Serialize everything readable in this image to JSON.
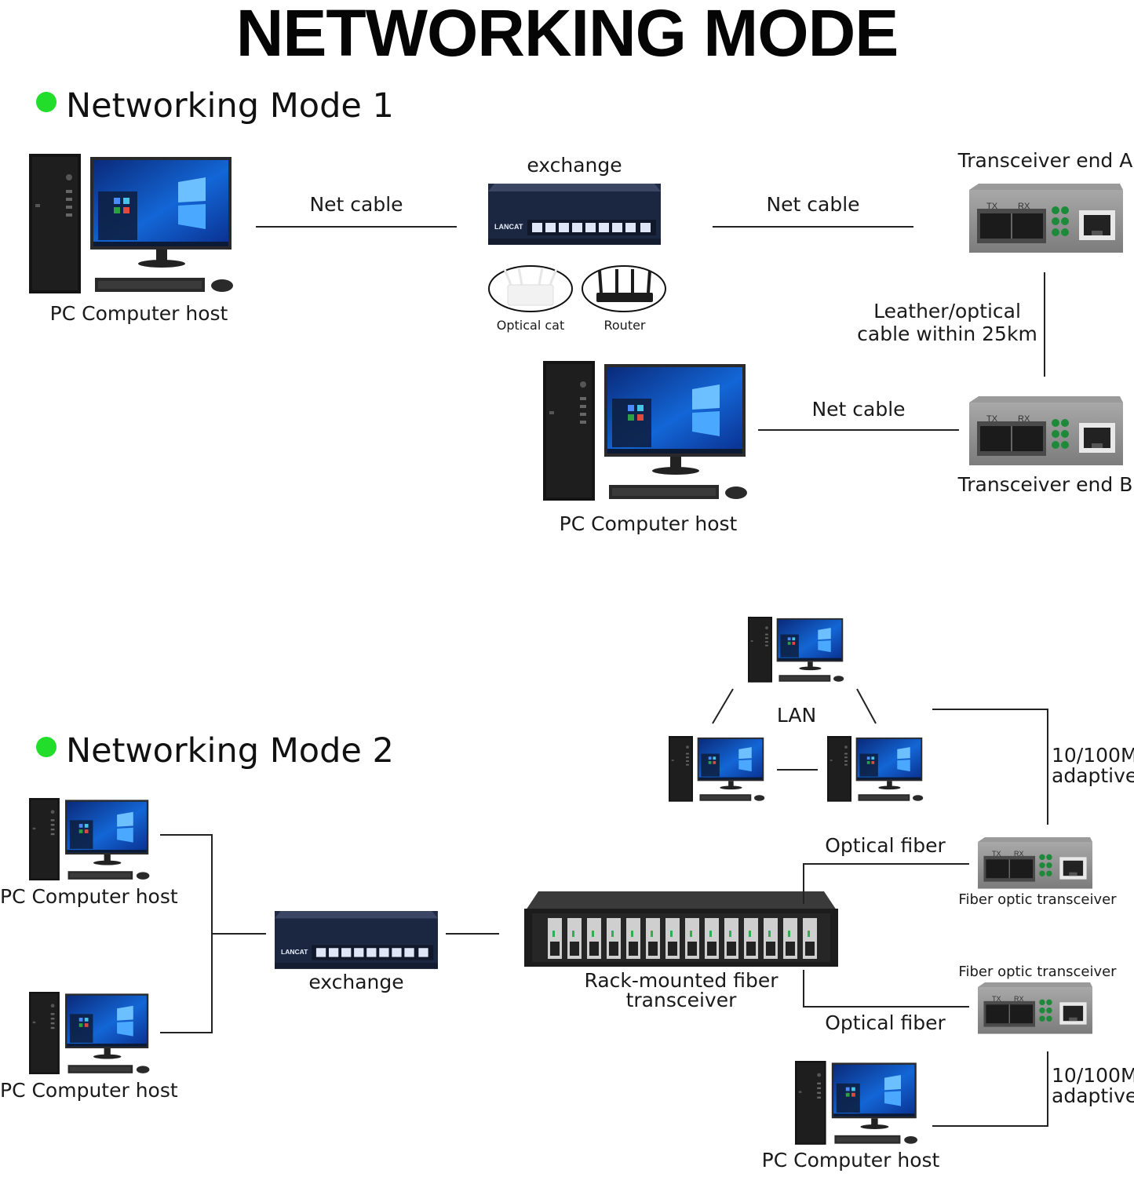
{
  "title": "NETWORKING MODE",
  "accent_color": "#22dd2a",
  "mode1": {
    "heading": "Networking Mode 1",
    "pc_top_label": "PC Computer host",
    "net_cable_left": "Net cable",
    "exchange_label": "exchange",
    "net_cable_right": "Net cable",
    "transceiver_a": "Transceiver end A",
    "optical_cat": "Optical cat",
    "router": "Router",
    "fiber_note_line1": "Leather/optical",
    "fiber_note_line2": "cable within 25km",
    "net_cable_bottom": "Net cable",
    "transceiver_b": "Transceiver end B",
    "pc_bottom_label": "PC Computer host"
  },
  "mode2": {
    "heading": "Networking Mode 2",
    "lan": "LAN",
    "adaptive_top_line1": "10/100M",
    "adaptive_top_line2": "adaptive",
    "pc_upper_left": "PC Computer host",
    "pc_lower_left": "PC Computer host",
    "exchange_label": "exchange",
    "optical_fiber_top": "Optical fiber",
    "fiber_transceiver_top": "Fiber optic transceiver",
    "rack_line1": "Rack-mounted fiber",
    "rack_line2": "transceiver",
    "fiber_transceiver_bottom": "Fiber optic transceiver",
    "optical_fiber_bottom": "Optical fiber",
    "adaptive_bottom_line1": "10/100M",
    "adaptive_bottom_line2": "adaptive",
    "pc_bottom_label": "PC Computer host"
  },
  "device_text": {
    "switch_brand": "LANCAT",
    "tx": "TX",
    "rx": "RX"
  }
}
